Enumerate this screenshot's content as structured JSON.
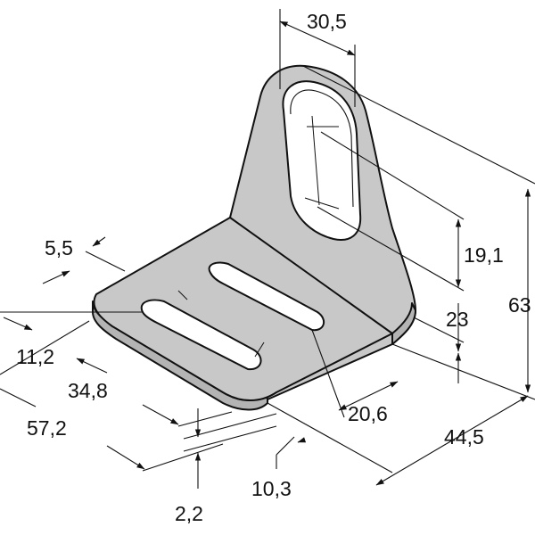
{
  "drawing": {
    "colors": {
      "metal": "#c8c8c8",
      "metal_side": "#b4b4b4",
      "line": "#111111",
      "background": "#ffffff"
    },
    "dimensions": {
      "d30_5": "30,5",
      "d19_1": "19,1",
      "d63": "63",
      "d23": "23",
      "d5_5": "5,5",
      "d11_2": "11,2",
      "d34_8": "34,8",
      "d57_2": "57,2",
      "d20_6": "20,6",
      "d44_5": "44,5",
      "d10_3": "10,3",
      "d2_2": "2,2"
    }
  }
}
